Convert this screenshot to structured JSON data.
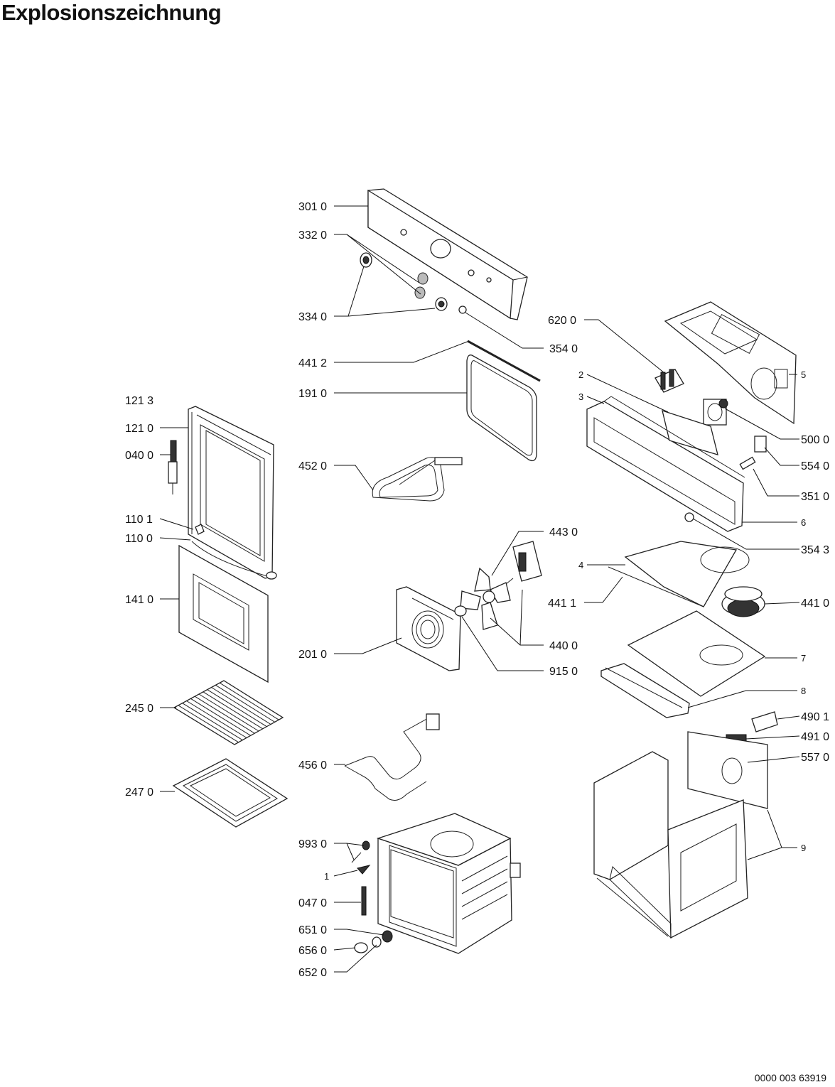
{
  "title": "Explosionszeichnung",
  "document_code": "0000 003 63919",
  "labels": {
    "l3010": "301 0",
    "l3320": "332 0",
    "l3340": "334 0",
    "l3540": "354 0",
    "l4412": "441 2",
    "l1910": "191 0",
    "l4520": "452 0",
    "l1213": "121 3",
    "l1210": "121 0",
    "l0400": "040 0",
    "l1101": "110 1",
    "l1100": "110 0",
    "l1410": "141 0",
    "l2450": "245 0",
    "l2470": "247 0",
    "l4560": "456 0",
    "l9930": "993 0",
    "l1": "1",
    "l0470": "047 0",
    "l6510": "651 0",
    "l6560": "656 0",
    "l6520": "652 0",
    "l4430": "443 0",
    "l2010": "201 0",
    "l4400": "440 0",
    "l9150": "915 0",
    "l6200": "620 0",
    "l2": "2",
    "l3": "3",
    "l5": "5",
    "l5000": "500 0",
    "l5540": "554 0",
    "l3510": "351 0",
    "l6": "6",
    "l3543": "354 3",
    "l4": "4",
    "l4411": "441 1",
    "l4410": "441 0",
    "l7": "7",
    "l8": "8",
    "l4901": "490 1",
    "l4910": "491 0",
    "l5570": "557 0",
    "l9": "9"
  }
}
